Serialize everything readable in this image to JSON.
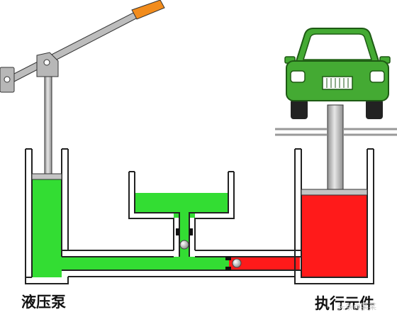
{
  "labels": {
    "pump": "液压泵",
    "actuator": "执行元件"
  },
  "watermark": "头条@某某",
  "colors": {
    "fluid_green": "#33dd33",
    "fluid_red": "#ff1a1a",
    "car_body": "#44aa33",
    "handle_grip": "#f28c1c",
    "metal": "#b7b7b7",
    "outline": "#222222"
  },
  "icons": {
    "car": "car-icon",
    "lever": "lever-icon",
    "ball_valve": "ball-valve-icon"
  }
}
